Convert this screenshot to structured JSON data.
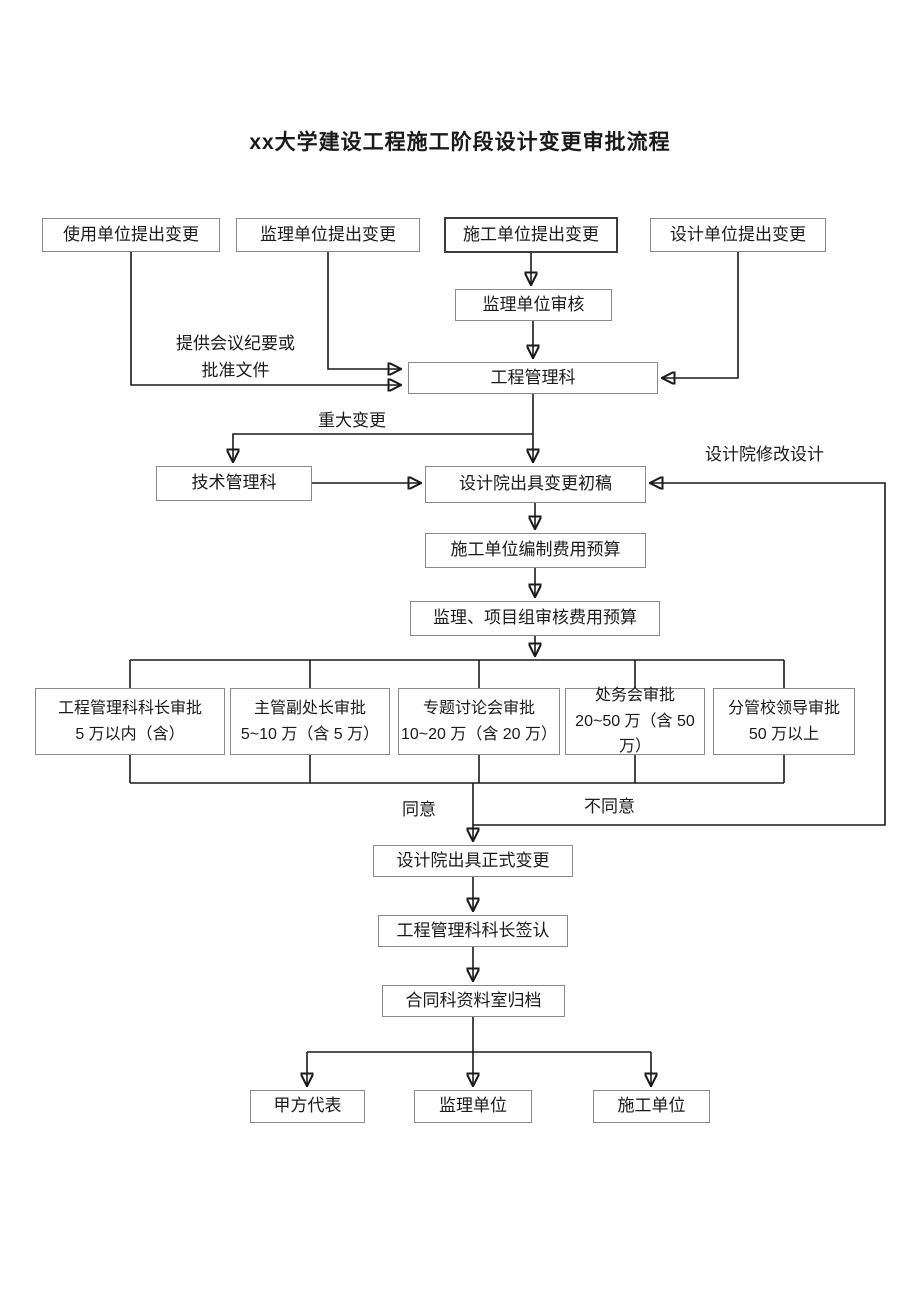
{
  "title": "xx大学建设工程施工阶段设计变更审批流程",
  "nodes": {
    "use_unit": "使用单位提出变更",
    "supervision_unit": "监理单位提出变更",
    "construction_unit": "施工单位提出变更",
    "design_unit": "设计单位提出变更",
    "supervision_review": "监理单位审核",
    "engineering_mgmt": "工程管理科",
    "technical_mgmt": "技术管理科",
    "design_draft": "设计院出具变更初稿",
    "construction_budget": "施工单位编制费用预算",
    "budget_review": "监理、项目组审核费用预算",
    "approval_chief": {
      "line1": "工程管理科科长审批",
      "line2": "5 万以内（含）"
    },
    "approval_deputy": {
      "line1": "主管副处长审批",
      "line2": "5~10 万（含 5 万）"
    },
    "approval_seminar": {
      "line1": "专题讨论会审批",
      "line2": "10~20 万（含 20 万）"
    },
    "approval_office": {
      "line1": "处务会审批",
      "line2": "20~50 万（含 50 万）"
    },
    "approval_leader": {
      "line1": "分管校领导审批",
      "line2": "50 万以上"
    },
    "formal_change": "设计院出具正式变更",
    "chief_sign": "工程管理科科长签认",
    "archive": "合同科资料室归档",
    "party_a_rep": "甲方代表",
    "supervision_unit_final": "监理单位",
    "construction_unit_final": "施工单位"
  },
  "edge_labels": {
    "meeting_minutes_line1": "提供会议纪要或",
    "meeting_minutes_line2": "批准文件",
    "major_change": "重大变更",
    "design_revision": "设计院修改设计",
    "agree": "同意",
    "disagree": "不同意"
  },
  "colors": {
    "background": "#ffffff",
    "line": "#1a1a1a",
    "box_border": "#8a8a8a",
    "emphasis_border": "#3c3c3c",
    "text": "#1a1a1a"
  }
}
